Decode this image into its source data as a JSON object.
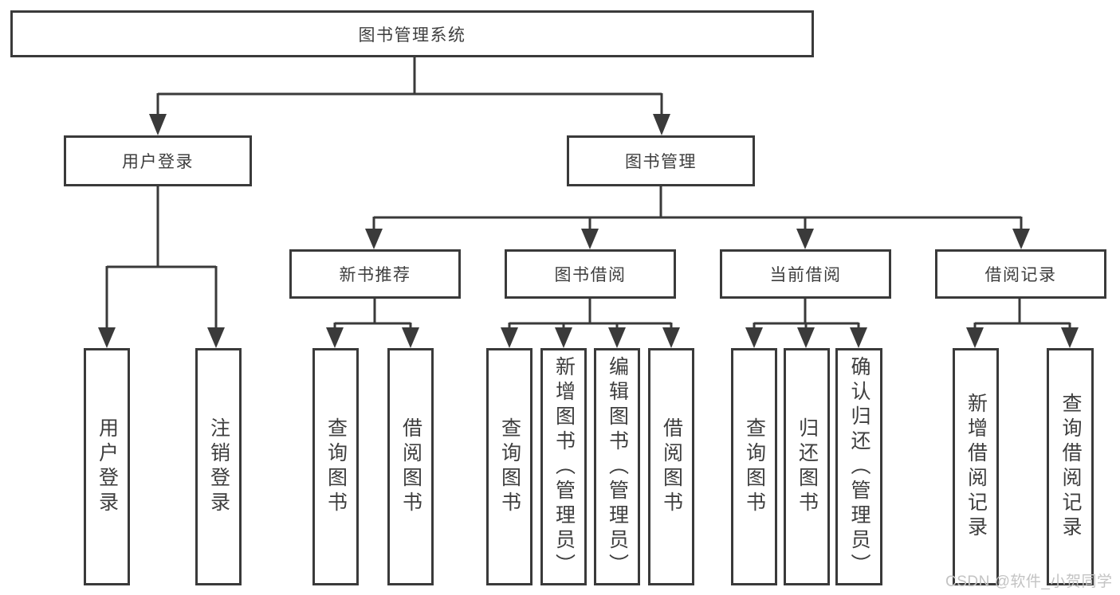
{
  "diagram": {
    "root": {
      "label": "图书管理系统"
    },
    "branches": [
      {
        "label": "用户登录",
        "children": [
          {
            "label": "用户登录"
          },
          {
            "label": "注销登录"
          }
        ]
      },
      {
        "label": "图书管理",
        "children": [
          {
            "label": "新书推荐",
            "children": [
              {
                "label": "查询图书"
              },
              {
                "label": "借阅图书"
              }
            ]
          },
          {
            "label": "图书借阅",
            "children": [
              {
                "label": "查询图书"
              },
              {
                "label": "新增图书（管理员）"
              },
              {
                "label": "编辑图书（管理员）"
              },
              {
                "label": "借阅图书"
              }
            ]
          },
          {
            "label": "当前借阅",
            "children": [
              {
                "label": "查询图书"
              },
              {
                "label": "归还图书"
              },
              {
                "label": "确认归还（管理员）"
              }
            ]
          },
          {
            "label": "借阅记录",
            "children": [
              {
                "label": "新增借阅记录"
              },
              {
                "label": "查询借阅记录"
              }
            ]
          }
        ]
      }
    ]
  },
  "watermark": {
    "text": "CSDN @软件_小贺同学"
  },
  "colors": {
    "line": "#3a3a3a",
    "text": "#3e3e3e",
    "watermark": "#c3c3c3",
    "background": "#ffffff"
  }
}
